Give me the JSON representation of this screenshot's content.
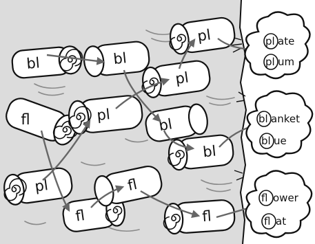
{
  "colors": {
    "river": "#dcdcdc",
    "ink": "#111111",
    "arrow": "#666666",
    "paper": "#ffffff"
  },
  "logs": [
    {
      "id": "log-1",
      "text": "bl"
    },
    {
      "id": "log-2",
      "text": "bl"
    },
    {
      "id": "log-3",
      "text": "pl"
    },
    {
      "id": "log-4",
      "text": "pl"
    },
    {
      "id": "log-5",
      "text": "fl"
    },
    {
      "id": "log-6",
      "text": "pl"
    },
    {
      "id": "log-7",
      "text": "bl"
    },
    {
      "id": "log-8",
      "text": "bl"
    },
    {
      "id": "log-9",
      "text": "pl"
    },
    {
      "id": "log-10",
      "text": "fl"
    },
    {
      "id": "log-11",
      "text": "fl"
    },
    {
      "id": "log-12",
      "text": "fl"
    }
  ],
  "words": [
    {
      "prefix": "pl",
      "rest": "ate"
    },
    {
      "prefix": "pl",
      "rest": "um"
    },
    {
      "prefix": "bl",
      "rest": "anket"
    },
    {
      "prefix": "bl",
      "rest": "ue"
    },
    {
      "prefix": "fl",
      "rest": "ower"
    },
    {
      "prefix": "fl",
      "rest": "at"
    }
  ]
}
